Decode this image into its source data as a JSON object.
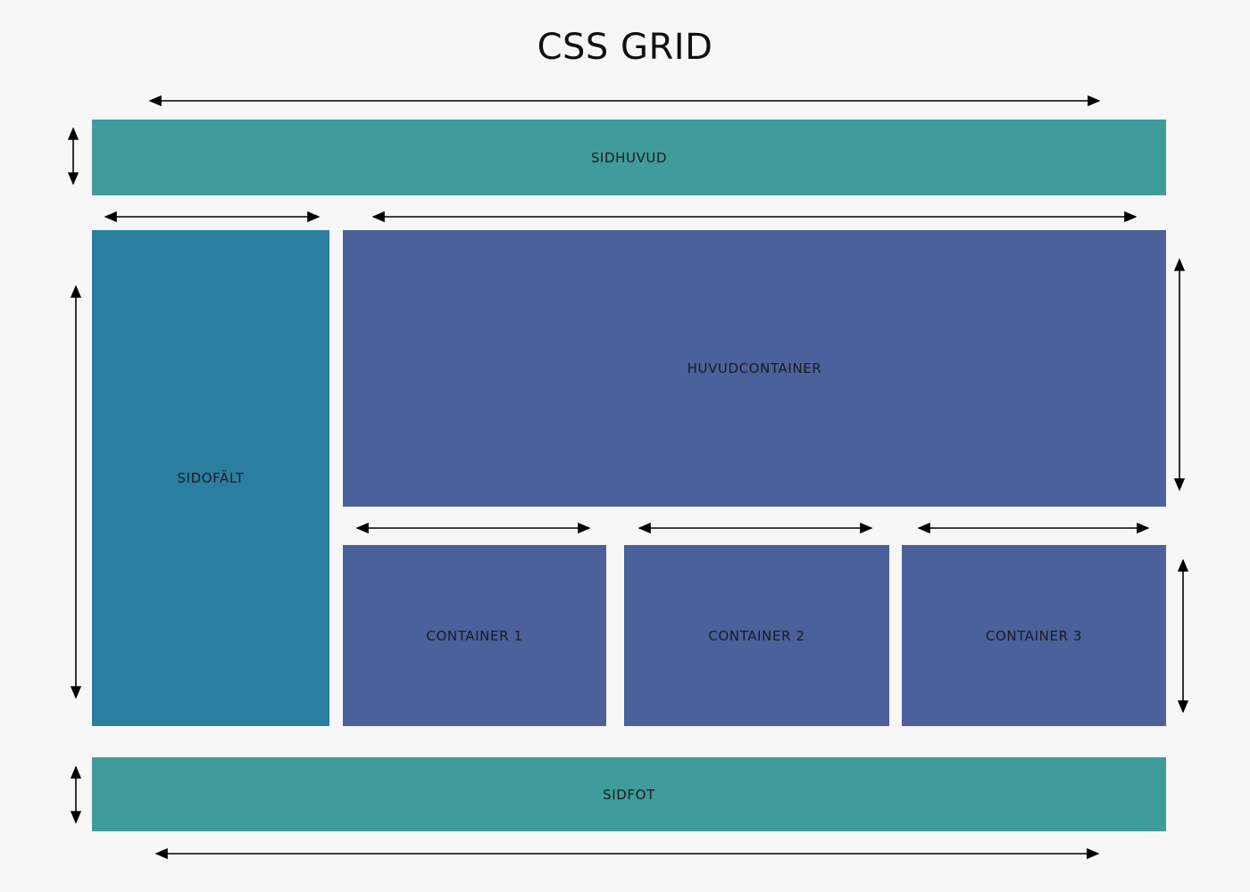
{
  "page": {
    "title": "CSS GRID",
    "background_color": "#f7f7f7",
    "text_color": "#1b1b1b"
  },
  "colors": {
    "header_footer": "#3f9c9b",
    "sidebar": "#2c7ea1",
    "container": "#4a619b",
    "arrow": "#000000"
  },
  "diagram": {
    "header": {
      "label": "SIDHUVUD"
    },
    "sidebar": {
      "label": "SIDOFÄLT"
    },
    "main": {
      "label": "HUVUDCONTAINER"
    },
    "containers": [
      {
        "label": "CONTAINER 1"
      },
      {
        "label": "CONTAINER 2"
      },
      {
        "label": "CONTAINER 3"
      }
    ],
    "footer": {
      "label": "SIDFOT"
    }
  },
  "dimension_arrows": [
    {
      "name": "header-width-arrow",
      "orientation": "horizontal"
    },
    {
      "name": "header-height-arrow",
      "orientation": "vertical"
    },
    {
      "name": "sidebar-width-arrow",
      "orientation": "horizontal"
    },
    {
      "name": "sidebar-height-arrow",
      "orientation": "vertical"
    },
    {
      "name": "main-width-arrow",
      "orientation": "horizontal"
    },
    {
      "name": "main-height-arrow",
      "orientation": "vertical"
    },
    {
      "name": "container-1-width-arrow",
      "orientation": "horizontal"
    },
    {
      "name": "container-2-width-arrow",
      "orientation": "horizontal"
    },
    {
      "name": "container-3-width-arrow",
      "orientation": "horizontal"
    },
    {
      "name": "container-row-height-arrow",
      "orientation": "vertical"
    },
    {
      "name": "footer-height-arrow",
      "orientation": "vertical"
    },
    {
      "name": "footer-width-arrow",
      "orientation": "horizontal"
    }
  ]
}
